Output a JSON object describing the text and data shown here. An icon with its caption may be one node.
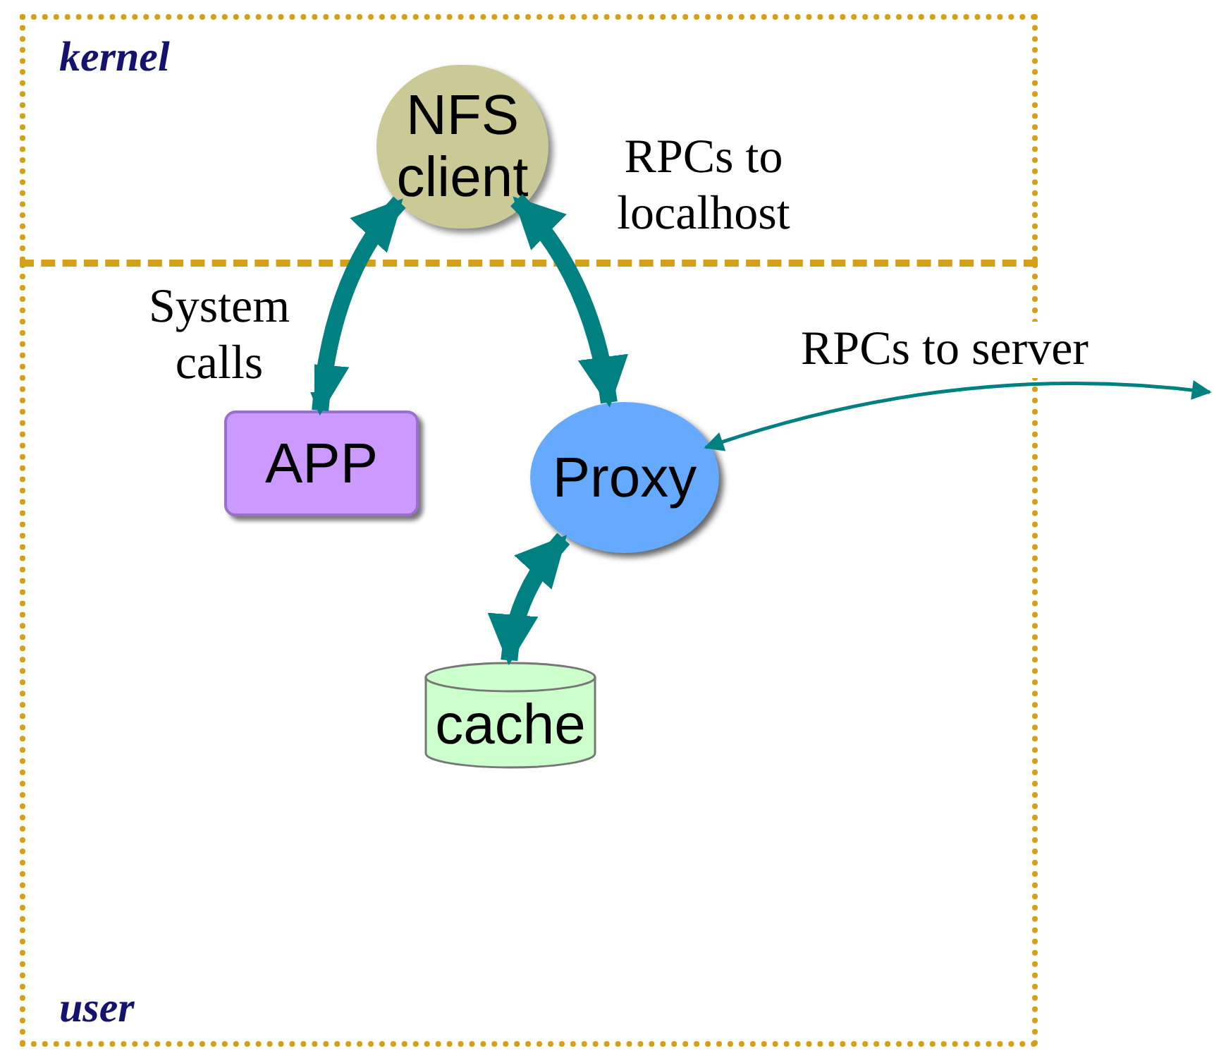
{
  "diagram": {
    "nodes": [
      {
        "text": [
          "kernel"
        ]
      },
      {
        "text": [
          "NFS client"
        ],
        "in": 0
      },
      {
        "text": [
          "user"
        ]
      },
      {
        "text": [
          "APP"
        ],
        "in": 2
      },
      {
        "text": [
          "Proxy"
        ],
        "in": 2
      },
      {
        "text": [
          "cache"
        ],
        "in": 2
      }
    ],
    "edges": [
      {
        "from": 1,
        "to": 3,
        "arrow": "both",
        "label": "System calls"
      },
      {
        "from": 1,
        "to": 4,
        "arrow": "both",
        "label": "RPCs to localhost"
      },
      {
        "from": 4,
        "to": null,
        "arrow": "both",
        "label": "RPCs to server"
      },
      {
        "from": 4,
        "to": 5,
        "arrow": "both"
      }
    ]
  }
}
